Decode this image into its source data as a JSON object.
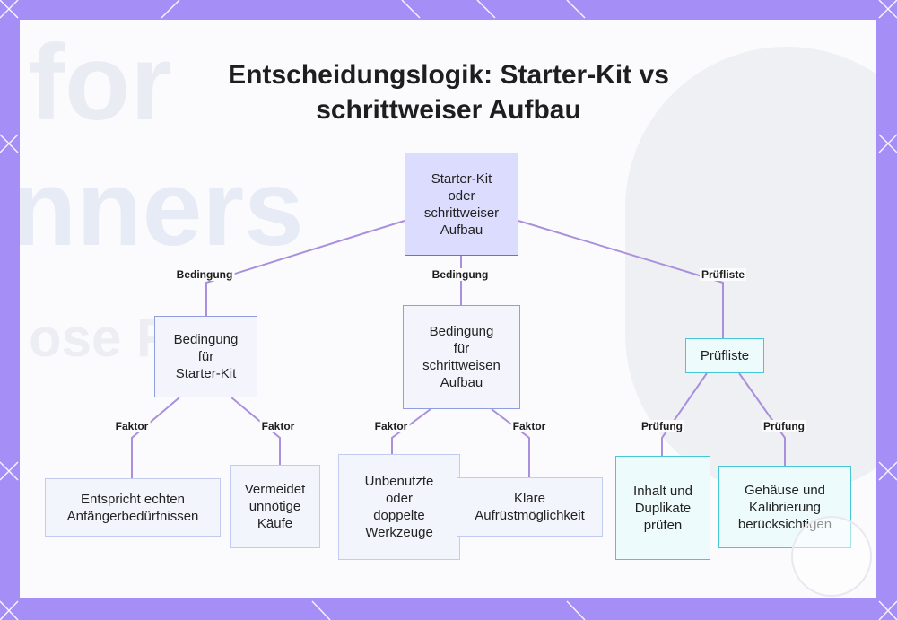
{
  "title": "Entscheidungslogik: Starter-Kit vs schrittweiser Aufbau",
  "root": "Starter-Kit\noder\nschrittweiser\nAufbau",
  "nodes": {
    "cond_starter": "Bedingung\nfür\nStarter-Kit",
    "cond_schritt": "Bedingung\nfür\nschrittweisen\nAufbau",
    "pruefliste": "Prüfliste",
    "leaf_anfaenger": "Entspricht echten\nAnfängerbedürfnissen",
    "leaf_vermeidet": "Vermeidet\nunnötige\nKäufe",
    "leaf_unbenutzt": "Unbenutzte\noder\ndoppelte\nWerkzeuge",
    "leaf_klare": "Klare\nAufrüstmöglichkeit",
    "leaf_inhalt": "Inhalt und\nDuplikate\nprüfen",
    "leaf_gehaeuse": "Gehäuse und\nKalibrierung\nberücksichtigen"
  },
  "edge_labels": {
    "bedingung_1": "Bedingung",
    "bedingung_2": "Bedingung",
    "pruefliste": "Prüfliste",
    "faktor_1": "Faktor",
    "faktor_2": "Faktor",
    "faktor_3": "Faktor",
    "faktor_4": "Faktor",
    "pruefung_1": "Prüfung",
    "pruefung_2": "Prüfung"
  },
  "colors": {
    "edge": "#a98fdc",
    "background": "#a58ef5",
    "root_fill": "#dcdcff",
    "check_border": "#45c7d4"
  }
}
